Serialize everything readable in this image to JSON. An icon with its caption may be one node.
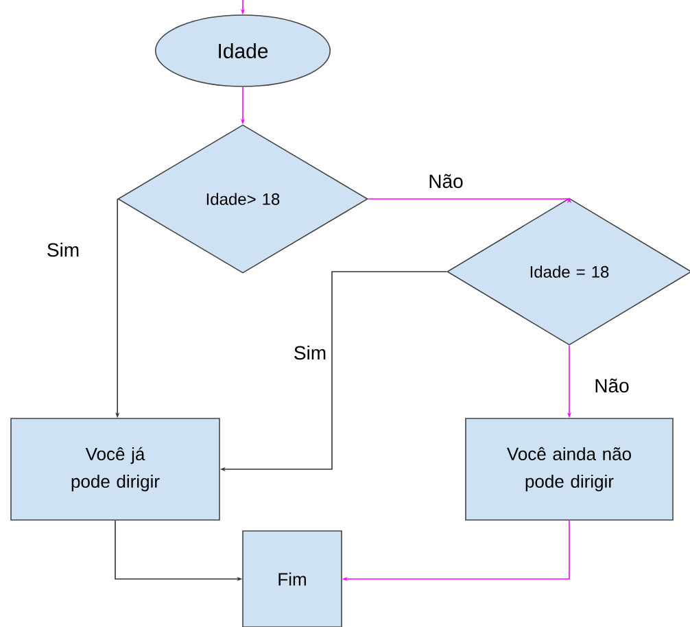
{
  "diagram": {
    "nodes": [
      {
        "text": [
          "Idade"
        ]
      },
      {
        "text": [
          "Idade> 18"
        ]
      },
      {
        "text": [
          "Idade = 18"
        ]
      },
      {
        "text": [
          "Você já pode dirigir"
        ]
      },
      {
        "text": [
          "Você ainda não pode dirigir"
        ]
      },
      {
        "text": [
          "Fim"
        ]
      }
    ],
    "edges": [
      {
        "from": null,
        "to": 0,
        "arrow": "to"
      },
      {
        "from": 0,
        "to": 1,
        "arrow": "to"
      },
      {
        "from": 1,
        "to": 2,
        "arrow": "to",
        "label": "Não"
      },
      {
        "from": 1,
        "to": 3,
        "arrow": "to",
        "label": "Sim",
        "color": "#333333"
      },
      {
        "from": 2,
        "to": 3,
        "arrow": "to",
        "label": "Sim",
        "color": "#333333"
      },
      {
        "from": 2,
        "to": 4,
        "arrow": "to",
        "label": "Não"
      },
      {
        "from": 3,
        "to": 5,
        "arrow": "to",
        "color": "#333333"
      },
      {
        "from": 4,
        "to": 5,
        "arrow": "to"
      }
    ]
  }
}
